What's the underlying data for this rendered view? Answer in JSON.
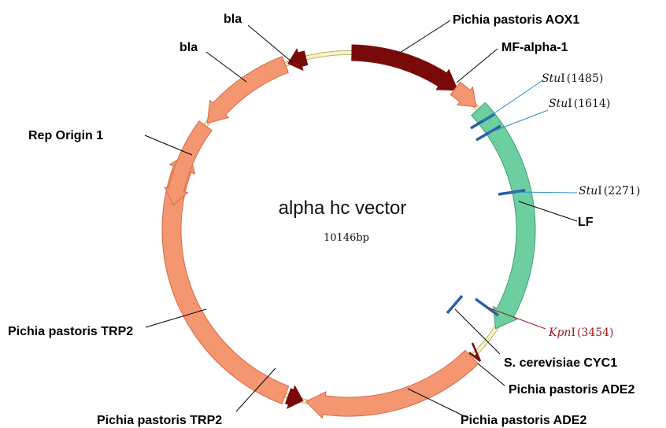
{
  "map": {
    "name": "alpha hc vector",
    "size_text": "10146bp",
    "total_bp": 10146
  },
  "colors": {
    "backbone": "#f7f3c6",
    "backbone_stroke": "#b9b06a",
    "dark_red": "#7a0a0a",
    "salmon": "#f49670",
    "salmon_stroke": "#d8684a",
    "green": "#6dcf9f",
    "green_stroke": "#3e9f72",
    "site_blue": "#2a5fa8",
    "site_line_blue": "#2f8fcf",
    "kpn_red": "#a01818"
  },
  "features": [
    {
      "id": "aox1",
      "label": "Pichia pastoris AOX1",
      "color": "dark_red"
    },
    {
      "id": "mfalpha",
      "label": "MF-alpha-1",
      "color": "salmon"
    },
    {
      "id": "lf",
      "label": "LF",
      "color": "green"
    },
    {
      "id": "cyc1",
      "label": "S. cerevisiae CYC1",
      "color": "site_blue"
    },
    {
      "id": "ade2a",
      "label": "Pichia pastoris ADE2",
      "color": "dark_red"
    },
    {
      "id": "ade2b",
      "label": "Pichia pastoris ADE2",
      "color": "salmon"
    },
    {
      "id": "trp2a",
      "label": "Pichia pastoris TRP2",
      "color": "dark_red"
    },
    {
      "id": "trp2b",
      "label": "Pichia pastoris TRP2",
      "color": "salmon"
    },
    {
      "id": "rep",
      "label": "Rep Origin 1",
      "color": "salmon"
    },
    {
      "id": "bla1",
      "label": "bla",
      "color": "salmon"
    },
    {
      "id": "bla2",
      "label": "bla",
      "color": "dark_red"
    }
  ],
  "sites": [
    {
      "enzyme": "Stu",
      "suffix": "I",
      "position": "(1485)",
      "color": "site_line_blue"
    },
    {
      "enzyme": "Stu",
      "suffix": "I",
      "position": "(1614)",
      "color": "site_line_blue"
    },
    {
      "enzyme": "Stu",
      "suffix": "I",
      "position": "(2271)",
      "color": "site_line_blue"
    },
    {
      "enzyme": "Kpn",
      "suffix": "I",
      "position": "(3454)",
      "color": "kpn_red"
    }
  ]
}
